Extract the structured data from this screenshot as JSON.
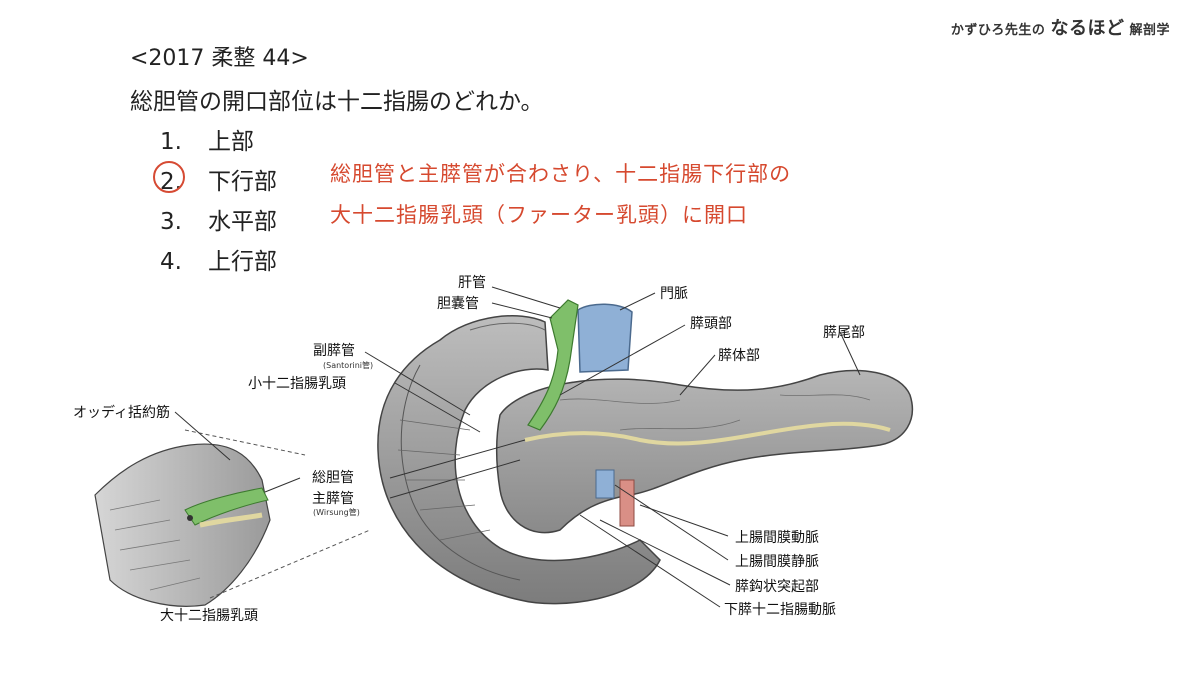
{
  "brand": {
    "prefix": "かずひろ先生の",
    "main": "なるほど",
    "suffix": "解剖学"
  },
  "question": {
    "code": "<2017 柔整 44>",
    "text": "総胆管の開口部位は十二指腸のどれか。"
  },
  "choices": [
    {
      "num": "1.",
      "label": "上部"
    },
    {
      "num": "2.",
      "label": "下行部"
    },
    {
      "num": "3.",
      "label": "水平部"
    },
    {
      "num": "4.",
      "label": "上行部"
    }
  ],
  "answer_index": 1,
  "explanation": {
    "line1": "総胆管と主膵管が合わさり、十二指腸下行部の",
    "line2": "大十二指腸乳頭（ファーター乳頭）に開口"
  },
  "labels": {
    "kankan": "肝管",
    "tannokan": "胆嚢管",
    "monmyaku": "門脈",
    "suitoubu": "膵頭部",
    "suibibu": "膵尾部",
    "suitaibu": "膵体部",
    "fukusuikan": "副膵管",
    "fukusuikan_sub": "(Santorini管)",
    "shou_nyutou": "小十二指腸乳頭",
    "oddi": "オッディ括約筋",
    "soutankan": "総胆管",
    "shusuikan": "主膵管",
    "shusuikan_sub": "(Wirsung管)",
    "jou_doumyaku": "上腸間膜動脈",
    "jou_joumyaku": "上腸間膜静脈",
    "kouhou": "膵鈎状突起部",
    "kasui_doumyaku": "下膵十二指腸動脈",
    "dai_nyutou": "大十二指腸乳頭"
  },
  "colors": {
    "accent": "#d6492f",
    "bile_duct": "#7fbf6a",
    "portal_vein": "#8fb0d6",
    "artery": "#d98f86",
    "tissue": "#a8a8a8"
  }
}
